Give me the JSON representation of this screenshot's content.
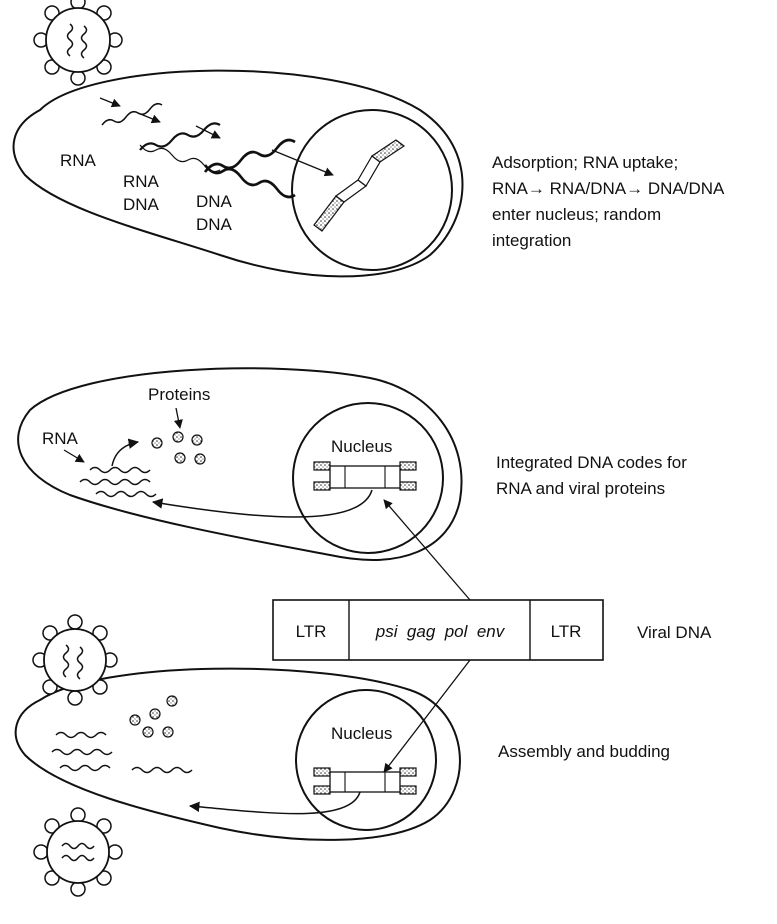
{
  "panel1": {
    "labels": {
      "rna": "RNA",
      "rna_dna_1": "RNA",
      "rna_dna_2": "DNA",
      "dna_dna_1": "DNA",
      "dna_dna_2": "DNA"
    },
    "caption": [
      "Adsorption; RNA uptake;",
      "RNA→ RNA/DNA→ DNA/DNA",
      "enter nucleus; random",
      "integration"
    ]
  },
  "panel2": {
    "labels": {
      "proteins": "Proteins",
      "rna": "RNA",
      "nucleus": "Nucleus"
    },
    "caption": [
      "Integrated DNA codes for",
      "RNA and viral proteins"
    ]
  },
  "viral_dna": {
    "segments": {
      "ltr_left": "LTR",
      "genes": "psi  gag  pol  env",
      "ltr_right": "LTR"
    },
    "label": "Viral DNA"
  },
  "panel3": {
    "labels": {
      "nucleus": "Nucleus"
    },
    "caption": [
      "Assembly and budding"
    ]
  },
  "colors": {
    "ink": "#111111",
    "paper": "#ffffff"
  }
}
